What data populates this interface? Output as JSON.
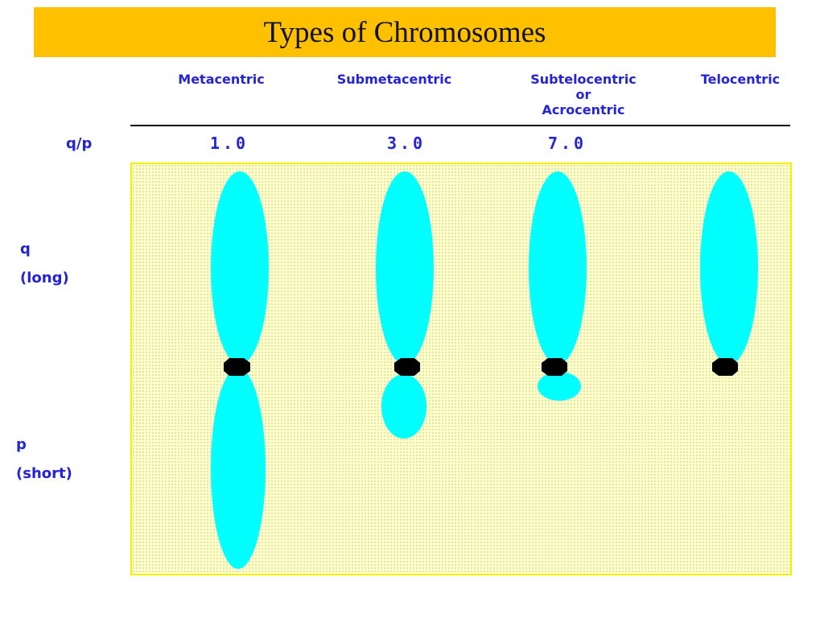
{
  "title": "Types of Chromosomes",
  "columns": [
    {
      "name_lines": [
        "Metacentric"
      ],
      "ratio": "1.0"
    },
    {
      "name_lines": [
        "Submetacentric"
      ],
      "ratio": "3.0"
    },
    {
      "name_lines": [
        "Subtelocentric",
        "or",
        "Acrocentric"
      ],
      "ratio": "7.0"
    },
    {
      "name_lines": [
        "Telocentric"
      ],
      "ratio": ""
    }
  ],
  "ratio_label": "q/p",
  "labels": {
    "q": "q",
    "q_desc": "(long)",
    "p": "p",
    "p_desc": "(short)"
  },
  "colors": {
    "title_bar": "#FFC000",
    "label_text": "#2323D8",
    "chromosome": "#00FFFF",
    "centromere": "#000000",
    "panel": "#FFFFC8"
  }
}
